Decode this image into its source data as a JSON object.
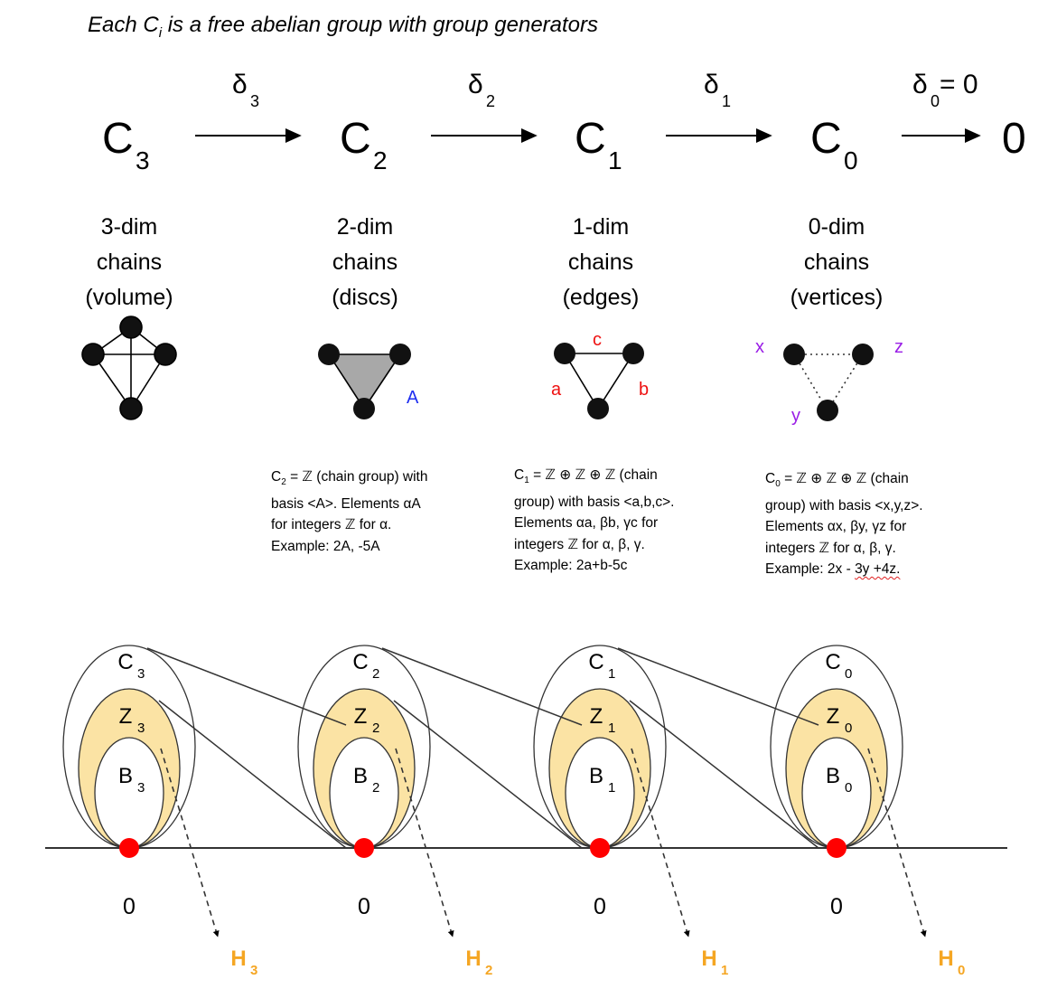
{
  "title": {
    "before": "Each C",
    "sub": "i",
    "after": " is a free abelian group with group generators"
  },
  "chain_complex": {
    "groups": [
      {
        "letter": "C",
        "index": "3"
      },
      {
        "letter": "C",
        "index": "2"
      },
      {
        "letter": "C",
        "index": "1"
      },
      {
        "letter": "C",
        "index": "0"
      }
    ],
    "terminal": "0",
    "maps": [
      {
        "letter": "δ",
        "index": "3",
        "suffix": ""
      },
      {
        "letter": "δ",
        "index": "2",
        "suffix": ""
      },
      {
        "letter": "δ",
        "index": "1",
        "suffix": ""
      },
      {
        "letter": "δ",
        "index": "0",
        "suffix": "= 0"
      }
    ]
  },
  "dimension_labels": [
    {
      "line1": "3-dim",
      "line2": "chains",
      "line3": "(volume)"
    },
    {
      "line1": "2-dim",
      "line2": "chains",
      "line3": "(discs)"
    },
    {
      "line1": "1-dim",
      "line2": "chains",
      "line3": "(edges)"
    },
    {
      "line1": "0-dim",
      "line2": "chains",
      "line3": "(vertices)"
    }
  ],
  "figure_labels": {
    "disc": "A",
    "edges": [
      "c",
      "a",
      "b"
    ],
    "vertices": [
      "x",
      "z",
      "y"
    ]
  },
  "descriptions": [
    {
      "head_letter": "C",
      "head_sub": "2",
      "head_rest": " = ℤ (chain group) with",
      "lines": [
        "basis <A>. Elements αA",
        "for integers ℤ for α.",
        "Example: 2A, -5A"
      ],
      "example_tail": ""
    },
    {
      "head_letter": "C",
      "head_sub": "1",
      "head_rest": " = ℤ ⊕ ℤ ⊕ ℤ (chain",
      "lines": [
        "group) with basis <a,b,c>.",
        "Elements αa, βb, γc for",
        "integers ℤ for α, β, γ.",
        "Example: 2a+b-5c"
      ],
      "example_tail": ""
    },
    {
      "head_letter": "C",
      "head_sub": "0",
      "head_rest": " = ℤ ⊕ ℤ ⊕ ℤ (chain",
      "lines": [
        "group) with basis <x,y,z>.",
        "Elements αx, βy, γz for",
        "integers ℤ for α, β, γ.",
        "Example: 2x - "
      ],
      "example_tail": "3y +4z."
    }
  ],
  "homology_diagram": {
    "columns": [
      {
        "outer": "C",
        "cycles": "Z",
        "boundaries": "B",
        "index": "3",
        "zero": "0",
        "homology": "H"
      },
      {
        "outer": "C",
        "cycles": "Z",
        "boundaries": "B",
        "index": "2",
        "zero": "0",
        "homology": "H"
      },
      {
        "outer": "C",
        "cycles": "Z",
        "boundaries": "B",
        "index": "1",
        "zero": "0",
        "homology": "H"
      },
      {
        "outer": "C",
        "cycles": "Z",
        "boundaries": "B",
        "index": "0",
        "zero": "0",
        "homology": "H"
      }
    ]
  },
  "colors": {
    "label_red": "#ee1111",
    "label_blue": "#1f2ff0",
    "label_purple": "#9a1ee6",
    "homology_orange": "#f5a623",
    "cycle_fill": "#fbe3a4",
    "disc_fill": "#a8a8a8",
    "zero_dot": "#ff0000"
  }
}
